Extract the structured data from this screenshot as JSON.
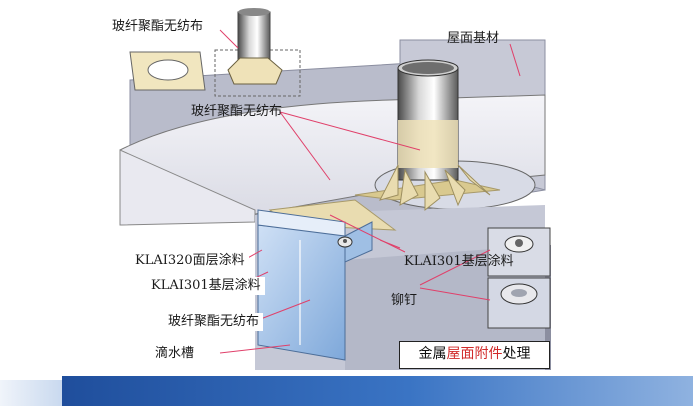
{
  "labels": {
    "top_left_fabric": "玻纤聚酯无纺布",
    "roof_substrate": "屋面基材",
    "middle_fabric": "玻纤聚酯无纺布",
    "klai320": "KLAI320面层涂料",
    "klai301_left": "KLAI301基层涂料",
    "klai301_right": "KLAI301基层涂料",
    "rivet": "铆钉",
    "bottom_fabric": "玻纤聚酯无纺布",
    "drip_groove": "滴水槽"
  },
  "caption": {
    "prefix": "金属",
    "highlight": "屋面附件",
    "suffix": "处理"
  },
  "colors": {
    "accent": "#d12a2a",
    "roof": "#c9cbd8",
    "fabric": "#e9dcb0",
    "metal": "#a8c6ea",
    "leader": "#e0406a"
  }
}
